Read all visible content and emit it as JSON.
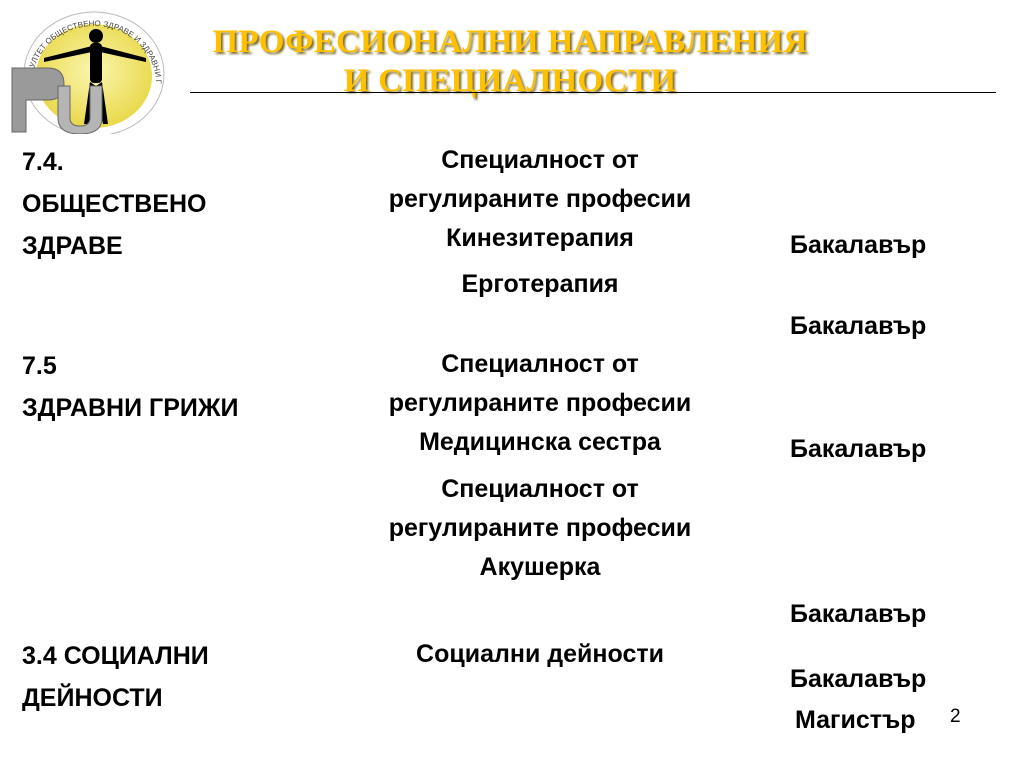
{
  "logo": {
    "ring_text": "ФАКУЛТЕТ ОБЩЕСТВЕНО ЗДРАВЕ И ЗДРАВНИ ГРИЖИ"
  },
  "title": {
    "line1": "ПРОФЕСИОНАЛНИ НАПРАВЛЕНИЯ",
    "line2": "И СПЕЦИАЛНОСТИ"
  },
  "left": {
    "l1": "7.4.",
    "l2": "ОБЩЕСТВЕНО",
    "l3": "ЗДРАВЕ",
    "l4": "7.5",
    "l5": "ЗДРАВНИ ГРИЖИ",
    "l6": "3.4 СОЦИАЛНИ",
    "l7": "ДЕЙНОСТИ"
  },
  "middle": {
    "m1": "Специалност от",
    "m2": "регулираните професии",
    "m3": "Кинезитерапия",
    "m4": "Ерготерапия",
    "m5": "Специалност от",
    "m6": "регулираните професии",
    "m7": "Медицинска сестра",
    "m8": "Специалност от",
    "m9": "регулираните професии",
    "m10": "Акушерка",
    "m11": "Социални дейности"
  },
  "right": {
    "r1": "Бакалавър",
    "r2": "Бакалавър",
    "r3": "Бакалавър",
    "r4": "Бакалавър",
    "r5": "Бакалавър",
    "r6": "Магистър"
  },
  "page_number": "2",
  "colors": {
    "title": "#ffc000",
    "logo_fill": "#f4ea7c",
    "logo_gray": "#9a9a9a"
  }
}
